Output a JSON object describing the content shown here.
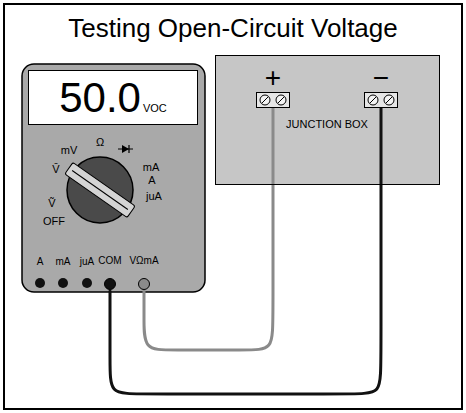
{
  "diagram": {
    "title": "Testing Open-Circuit Voltage",
    "nodes": [
      {
        "text": [
          "50.0",
          "VOC"
        ]
      },
      {
        "text": [
          "JUNCTION BOX"
        ]
      },
      {
        "text": [
          "+"
        ],
        "in": 1
      },
      {
        "text": [
          "−"
        ],
        "in": 1
      },
      {
        "text": [
          "COM"
        ]
      },
      {
        "text": [
          "VΩmA"
        ]
      }
    ],
    "edges": [
      {
        "from": 5,
        "to": 2,
        "arrow": "none"
      },
      {
        "from": 4,
        "to": 3,
        "arrow": "none"
      }
    ],
    "labels": [
      "mV",
      "Ω",
      "V̄",
      "mA",
      "A",
      "Ṽ",
      "juA",
      "OFF",
      "A",
      "mA",
      "juA"
    ]
  }
}
